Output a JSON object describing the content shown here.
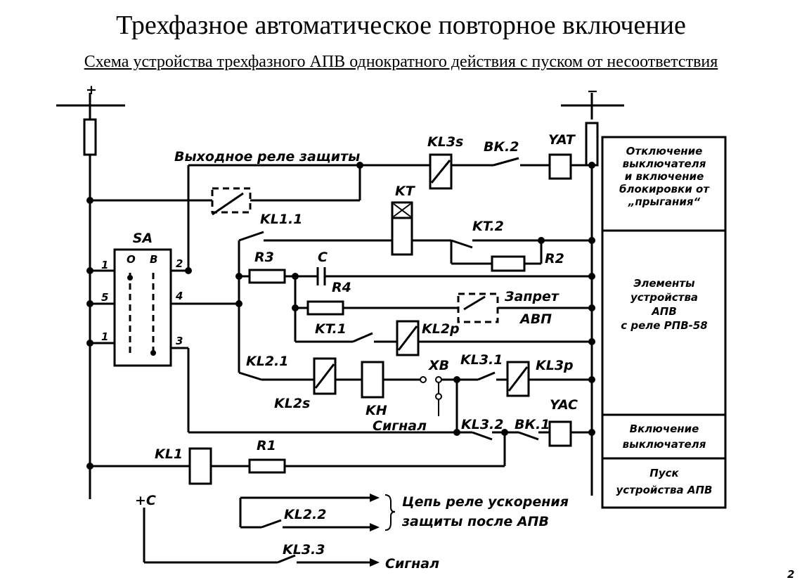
{
  "title": "Трехфазное автоматическое повторное включение",
  "subtitle": "Схема устройства трехфазного АПВ однократного действия с пуском от несоответствия",
  "diagram": {
    "bus_plus": "+",
    "bus_minus": "−",
    "sa": "SA",
    "sa_col_o": "О",
    "sa_col_v": "В",
    "pin_1a": "1",
    "pin_5": "5",
    "pin_1b": "1",
    "pin_2": "2",
    "pin_4": "4",
    "pin_3": "3",
    "kl3s": "KL3s",
    "vk2": "ВК.2",
    "yat": "YAT",
    "output_relay": "Выходное реле защиты",
    "kl11": "KL1.1",
    "kt": "KT",
    "kt2": "KT.2",
    "r2": "R2",
    "r3": "R3",
    "c": "C",
    "r4": "R4",
    "zapret": "Запрет",
    "apv_block": "АВП",
    "kt1": "KT.1",
    "kl2p": "KL2р",
    "kl21": "KL2.1",
    "kl2s": "KL2s",
    "kh": "KH",
    "xb": "XB",
    "kl31": "KL3.1",
    "kl3p": "KL3р",
    "signal1": "Сигнал",
    "kl32": "KL3.2",
    "vk1": "ВК.1",
    "yac": "YAC",
    "kl1": "KL1",
    "r1": "R1",
    "plus_c": "+С",
    "kl22": "KL2.2",
    "kl33": "KL3.3",
    "signal2": "Сигнал",
    "accel_1": "Цепь реле ускорения",
    "accel_2": "защиты после АПВ",
    "page_mark": "2"
  },
  "side_panel": {
    "s1": [
      "Отключение",
      "выключателя",
      "и включение",
      "блокировки от",
      "„прыгания“"
    ],
    "s2": [
      "Элементы",
      "устройства",
      "АПВ",
      "с реле  РПВ-58"
    ],
    "s3": [
      "Включение",
      "выключателя"
    ],
    "s4": [
      "Пуск",
      "устройства АПВ"
    ]
  }
}
